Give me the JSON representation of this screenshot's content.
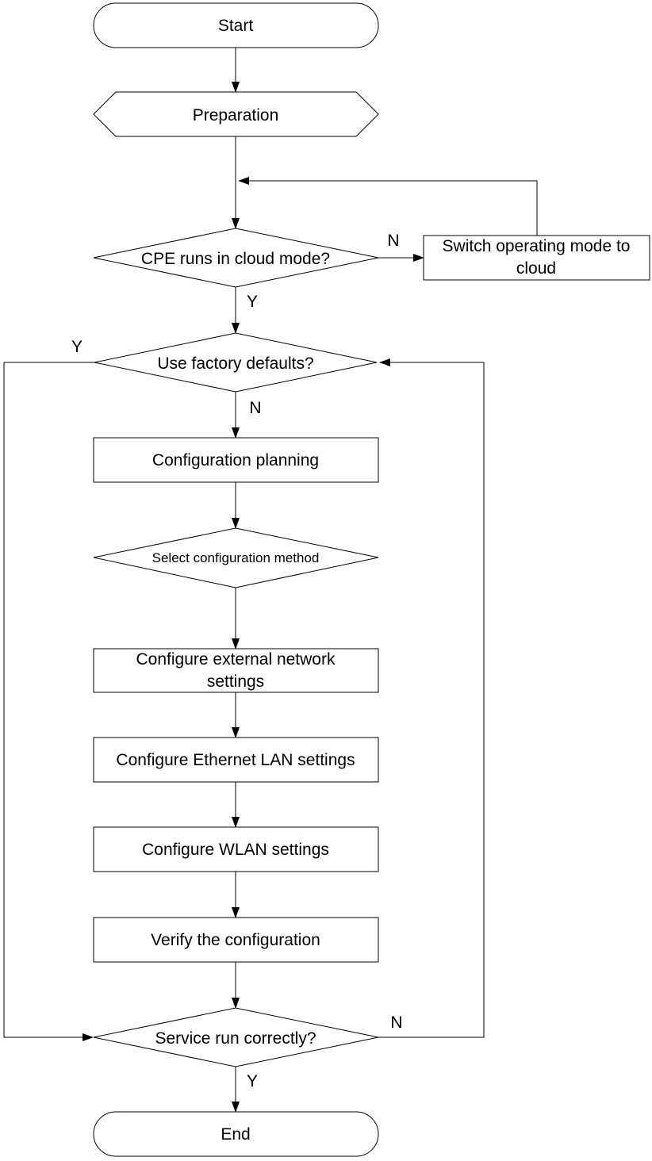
{
  "nodes": {
    "start": "Start",
    "preparation": "Preparation",
    "cloud_mode_question": "CPE runs in cloud mode?",
    "switch_mode_line1": "Switch operating mode to",
    "switch_mode_line2": "cloud",
    "factory_defaults_question": "Use factory defaults?",
    "config_planning": "Configuration planning",
    "select_method": "Select configuration method",
    "external_network_line1": "Configure external network",
    "external_network_line2": "settings",
    "ethernet_lan": "Configure Ethernet LAN settings",
    "wlan": "Configure WLAN settings",
    "verify": "Verify the configuration",
    "service_question": "Service run correctly?",
    "end": "End"
  },
  "edge_labels": {
    "cloud_no": "N",
    "cloud_yes": "Y",
    "factory_yes": "Y",
    "factory_no": "N",
    "service_no": "N",
    "service_yes": "Y"
  }
}
